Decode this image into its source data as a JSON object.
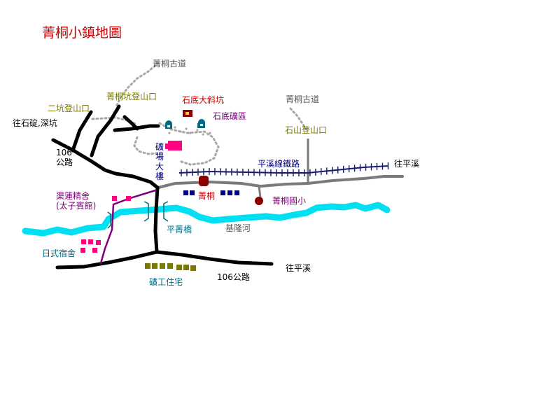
{
  "title": "菁桐小鎮地圖",
  "colors": {
    "title": "#cc0000",
    "road": "#000000",
    "rail": "#1a1a66",
    "street": "#7a7a7a",
    "river": "#00e0f0",
    "trail": "#a8a8a8",
    "mine": "#cc0000",
    "olive": "#7a7a00",
    "purple": "#800080",
    "teal": "#006a80",
    "navy": "#000080",
    "magenta": "#ff0080",
    "dorm": "#7a7a00",
    "station": "#8b0000",
    "label_gray": "#555555"
  },
  "labels": {
    "old_trail_top": "菁桐古道",
    "jingtong_trailhead": "菁桐坑登山口",
    "erkeng_trailhead": "二坑登山口",
    "to_shiding": "往石碇,深坑",
    "shidi_shaft": "石底大斜坑",
    "shidi_mine": "石底礦區",
    "old_trail_right": "菁桐古道",
    "shishan_trailhead": "石山登山口",
    "road106_left": "106\n公路",
    "building_vertical": "礦場大樓",
    "pingxi_rail": "平溪線鐵路",
    "to_pingxi_east": "往平溪",
    "guest_house": "渠蓮精舍\n(太子賓館)",
    "jingtong_station": "菁桐",
    "jingtong_school": "菁桐國小",
    "river": "基隆河",
    "pingjing_bridge": "平菁橋",
    "japanese_dorm": "日式宿舍",
    "to_pingxi_south": "往平溪",
    "road106_bottom": "106公路",
    "miner_housing": "礦工住宅"
  }
}
